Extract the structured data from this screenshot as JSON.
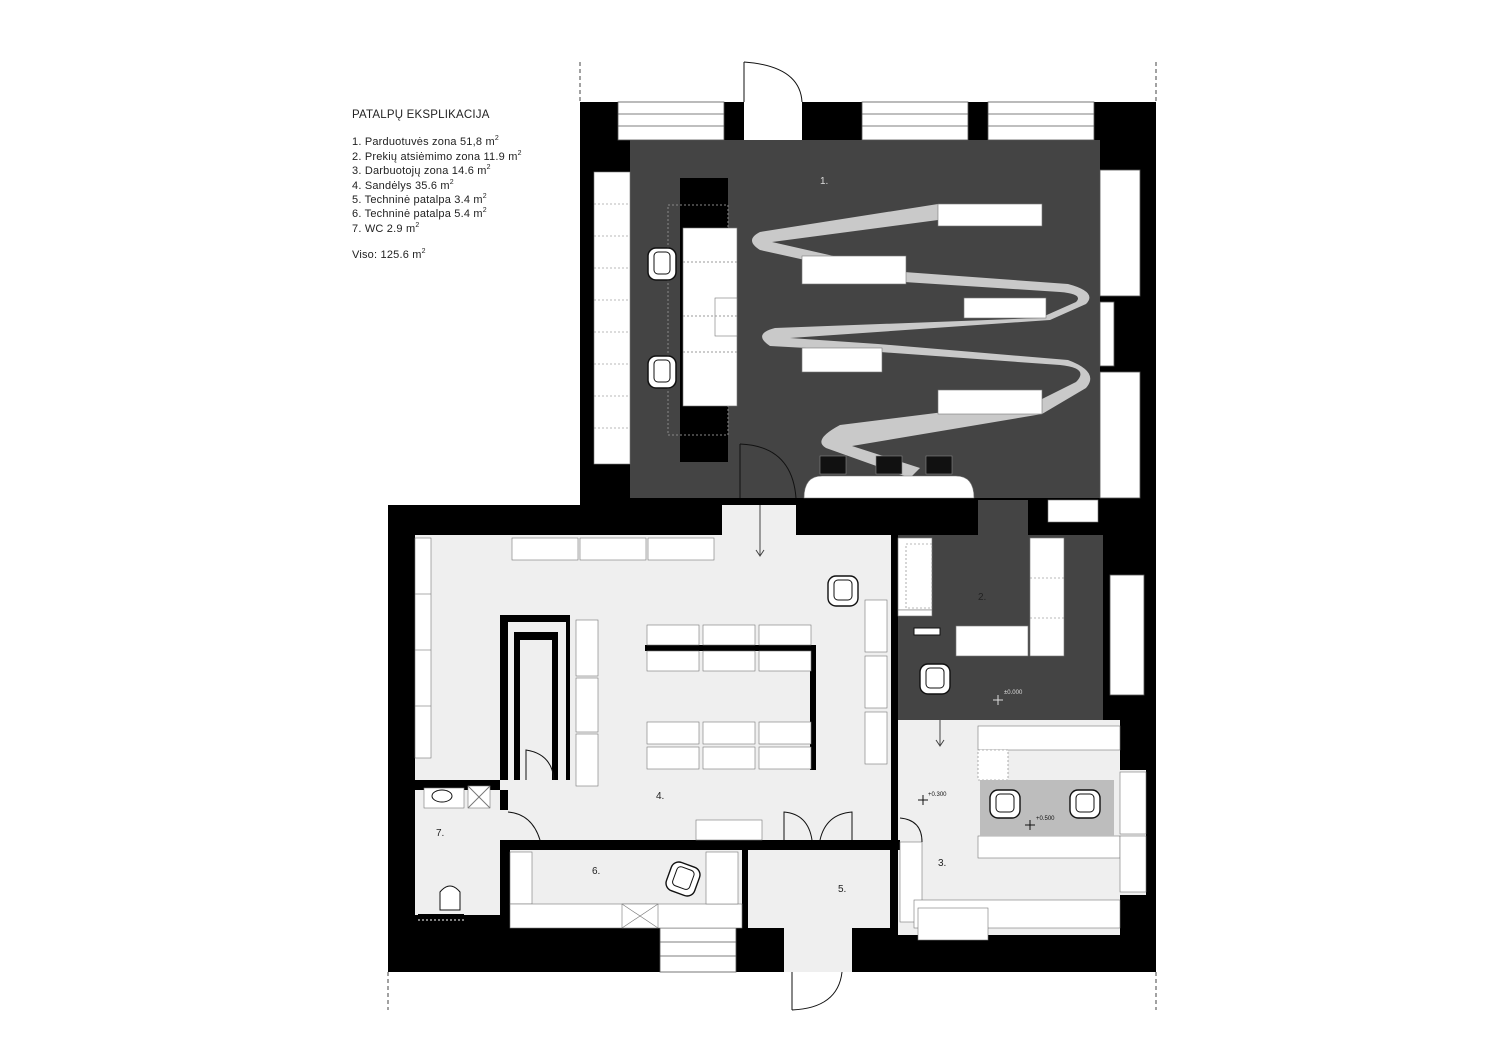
{
  "legend": {
    "title": "PATALPŲ EKSPLIKACIJA",
    "unit": "m",
    "unit_sup": "2",
    "items": [
      {
        "text": "1. Parduotuvės zona 51,8 "
      },
      {
        "text": "2. Prekių atsiėmimo zona 11.9  "
      },
      {
        "text": "3. Darbuotojų zona 14.6  "
      },
      {
        "text": "4. Sandėlys 35.6  "
      },
      {
        "text": "5. Techninė patalpa 3.4  "
      },
      {
        "text": "6. Techninė patalpa 5.4  "
      },
      {
        "text": "7. WC 2.9  "
      }
    ],
    "total": "Viso: 125.6 "
  },
  "rooms": {
    "r1": "1.",
    "r2": "2.",
    "r3": "3.",
    "r4": "4.",
    "r5": "5.",
    "r6": "6.",
    "r7": "7."
  },
  "levels": {
    "l1": "±0.000",
    "l2": "+0.300",
    "l3": "+0.500"
  },
  "colors": {
    "wall": "#000000",
    "shop_floor": "#444444",
    "storage_floor": "#efefef",
    "fixture": "#ffffff",
    "ramp": "#c9c9c9"
  }
}
